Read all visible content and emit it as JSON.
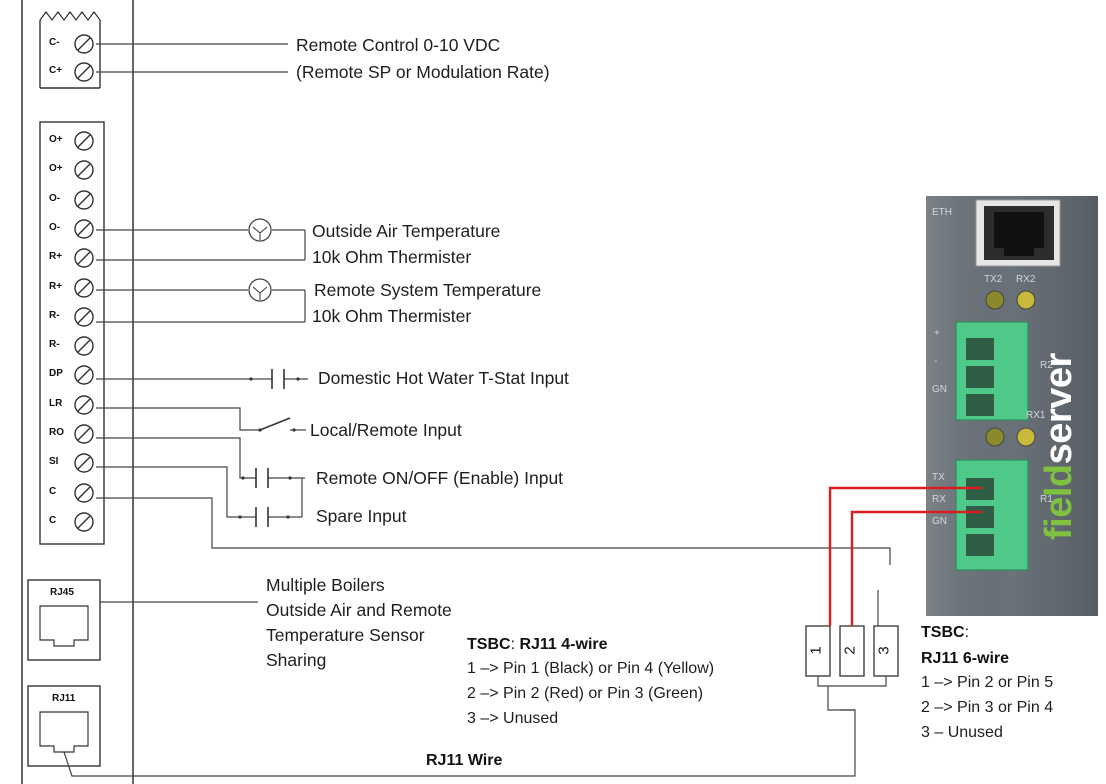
{
  "top_terminals": [
    "C-",
    "C+"
  ],
  "main_terminals": [
    "O+",
    "O+",
    "O-",
    "O-",
    "R+",
    "R+",
    "R-",
    "R-",
    "DP",
    "LR",
    "RO",
    "SI",
    "C",
    "C"
  ],
  "jacks": {
    "rj45": "RJ45",
    "rj11": "RJ11"
  },
  "labels": {
    "remote_control_1": "Remote Control 0-10 VDC",
    "remote_control_2": "(Remote SP or Modulation Rate)",
    "outside_air_1": "Outside Air Temperature",
    "outside_air_2": "10k Ohm Thermister",
    "remote_system_1": "Remote System Temperature",
    "remote_system_2": "10k Ohm Thermister",
    "dhw": "Domestic Hot Water T-Stat Input",
    "local_remote": "Local/Remote Input",
    "remote_onoff": "Remote ON/OFF (Enable) Input",
    "spare": "Spare Input",
    "multi_1": "Multiple Boilers",
    "multi_2": "Outside Air and Remote",
    "multi_3": "Temperature Sensor",
    "multi_4": "Sharing",
    "rj11_wire": "RJ11 Wire"
  },
  "tsbc4": {
    "title_a": "TSBC",
    "title_b": ": ",
    "title_c": "RJ11 4-wire",
    "line1": "1 –> Pin 1 (Black) or Pin 4 (Yellow)",
    "line2": "2 –> Pin 2 (Red) or Pin 3 (Green)",
    "line3": "3 –> Unused"
  },
  "tsbc6": {
    "title_a": "TSBC",
    "title_b": ":",
    "title_c": "RJ11 6-wire",
    "line1": "1 –> Pin 2 or Pin 5",
    "line2": "2 –> Pin 3 or Pin 4",
    "line3": "3 – Unused"
  },
  "connector_pins": [
    "1",
    "2",
    "3"
  ],
  "fieldserver": {
    "brand_a": "field",
    "brand_b": "server",
    "eth": "ETH",
    "tx2": "TX2",
    "rx2": "RX2",
    "r2": "R2",
    "r1": "R1",
    "rx1": "RX1",
    "tx": "TX",
    "rx": "RX",
    "gn": "GN",
    "plus": "+",
    "minus": "-",
    "gn2": "GN",
    "brand_color_a": "#7ec23f",
    "brand_color_b": "#ffffff"
  },
  "colors": {
    "wire_red": "#d81e1e",
    "terminal_green": "#3bbf7a",
    "panel_gray": "#5f6770"
  }
}
